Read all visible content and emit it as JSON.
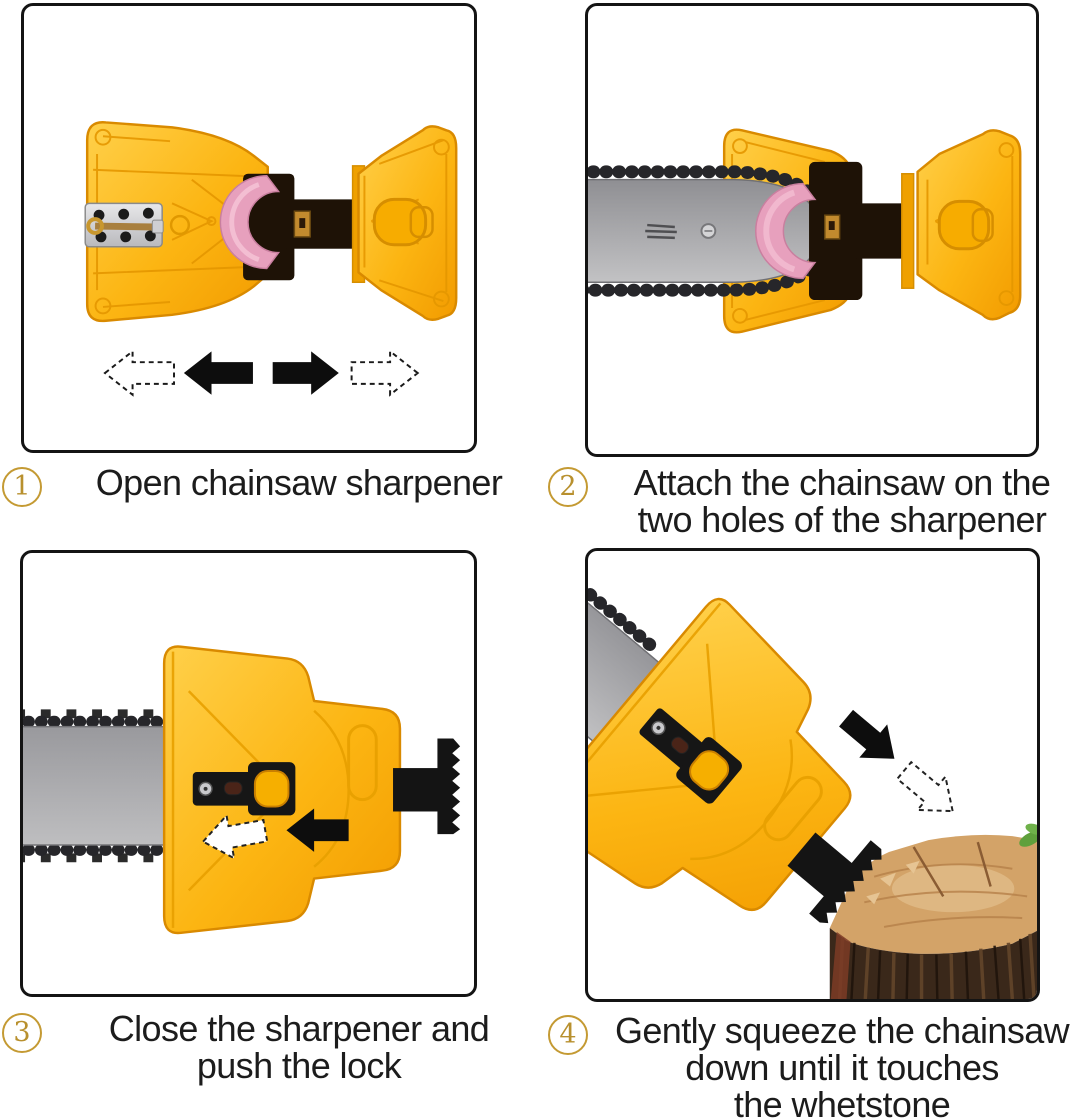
{
  "steps": [
    {
      "num": "1",
      "lines": [
        "Open chainsaw sharpener"
      ]
    },
    {
      "num": "2",
      "lines": [
        "Attach the chainsaw on the",
        "two holes of the sharpener"
      ]
    },
    {
      "num": "3",
      "lines": [
        "Close the sharpener and",
        "push the lock"
      ]
    },
    {
      "num": "4",
      "lines": [
        "Gently squeeze the chainsaw",
        "down until it touches",
        "the whetstone"
      ]
    }
  ],
  "colors": {
    "body_yellow": "#F9AE00",
    "body_yellow_light": "#FFD04A",
    "body_outline": "#D98A00",
    "whetstone_pink": "#E7A0BD",
    "clamp_black": "#1E1206",
    "bar_gray": "#A7A7AA",
    "chain_black": "#26262A",
    "step_badge_gold": "#C49A33",
    "caption_text": "#1C1C1C",
    "stump_top": "#D3A368",
    "stump_bark": "#3A281A",
    "leaf_green": "#5FA03C"
  }
}
